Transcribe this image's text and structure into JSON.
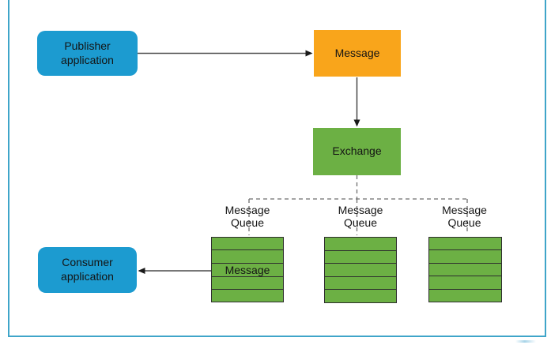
{
  "colors": {
    "node_blue": "#1c9bd0",
    "node_orange": "#f9a51b",
    "node_green": "#6cb044",
    "border_blue": "#3fa5c9",
    "dashed_line": "#6e6e6e",
    "solid_line": "#4a4a4a"
  },
  "nodes": {
    "publisher": {
      "label": "Publisher application"
    },
    "message": {
      "label": "Message"
    },
    "exchange": {
      "label": "Exchange"
    },
    "consumer": {
      "label": "Consumer application"
    }
  },
  "queues": [
    {
      "label": "Message Queue",
      "rows": [
        "",
        "",
        "Message",
        "",
        ""
      ]
    },
    {
      "label": "Message Queue",
      "rows": [
        "",
        "",
        "",
        "",
        ""
      ]
    },
    {
      "label": "Message Queue",
      "rows": [
        "",
        "",
        "",
        "",
        ""
      ]
    }
  ]
}
